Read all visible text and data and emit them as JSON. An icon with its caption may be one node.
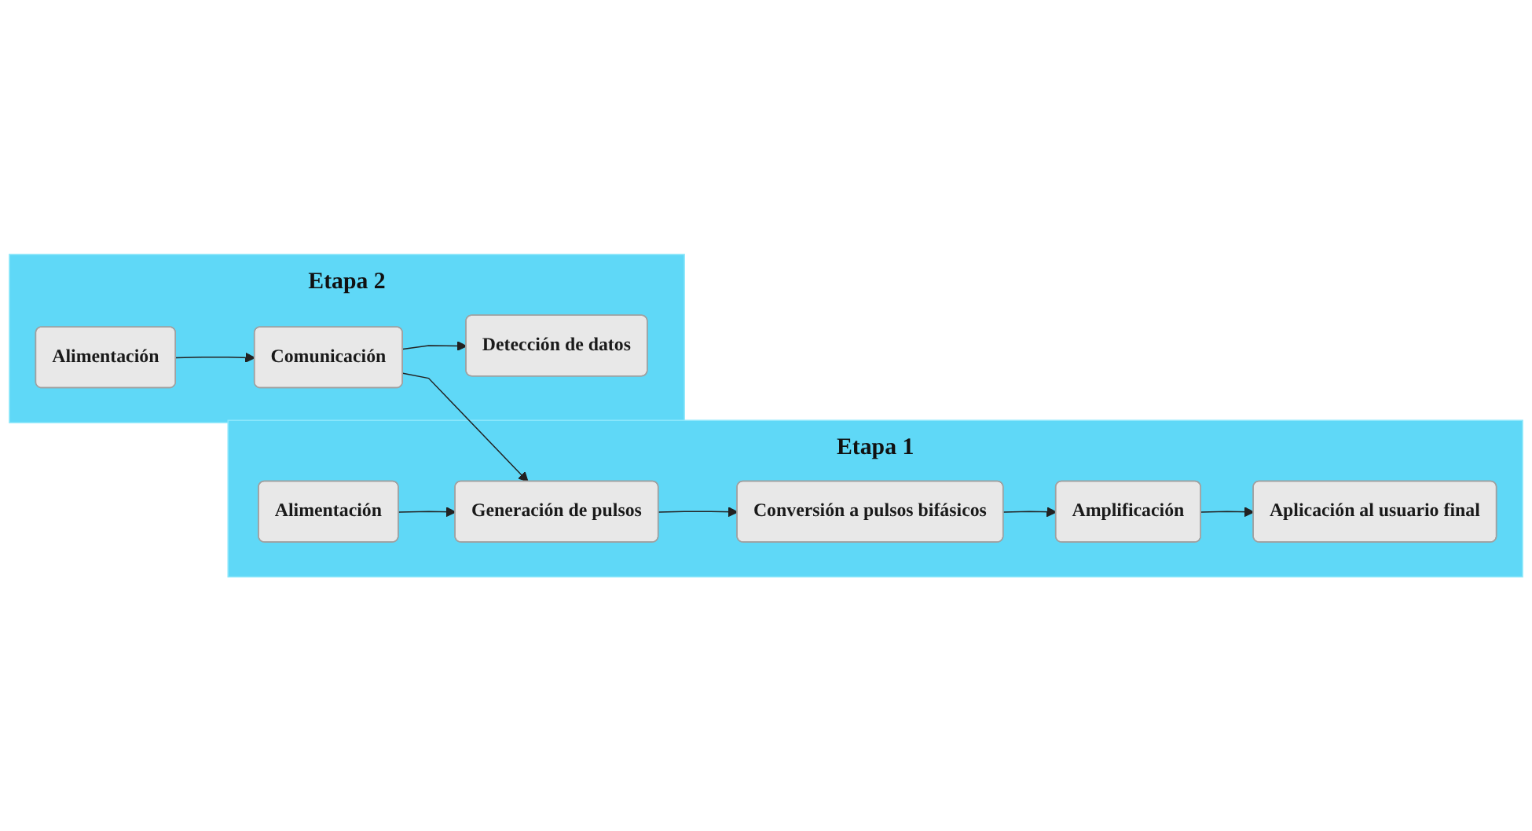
{
  "diagram": {
    "nodes": [
      {
        "text": [
          "Etapa 1"
        ]
      },
      {
        "text": [
          "Alimentación"
        ],
        "in": 0
      },
      {
        "text": [
          "Generación de pulsos"
        ],
        "in": 0
      },
      {
        "text": [
          "Conversión a pulsos bifásicos"
        ],
        "in": 0
      },
      {
        "text": [
          "Amplificación"
        ],
        "in": 0
      },
      {
        "text": [
          "Aplicación al usuario final"
        ],
        "in": 0
      },
      {
        "text": [
          "Etapa 2"
        ]
      },
      {
        "text": [
          "Alimentación"
        ],
        "in": 6
      },
      {
        "text": [
          "Comunicación"
        ],
        "in": 6
      },
      {
        "text": [
          "Detección de datos"
        ],
        "in": 6
      }
    ],
    "edges": [
      {
        "from": 1,
        "to": 2,
        "arrow": "to"
      },
      {
        "from": 2,
        "to": 3,
        "arrow": "to"
      },
      {
        "from": 3,
        "to": 4,
        "arrow": "to"
      },
      {
        "from": 4,
        "to": 5,
        "arrow": "to"
      },
      {
        "from": 7,
        "to": 8,
        "arrow": "to"
      },
      {
        "from": 8,
        "to": 9,
        "arrow": "to"
      },
      {
        "from": 8,
        "to": 2,
        "arrow": "to"
      }
    ]
  }
}
